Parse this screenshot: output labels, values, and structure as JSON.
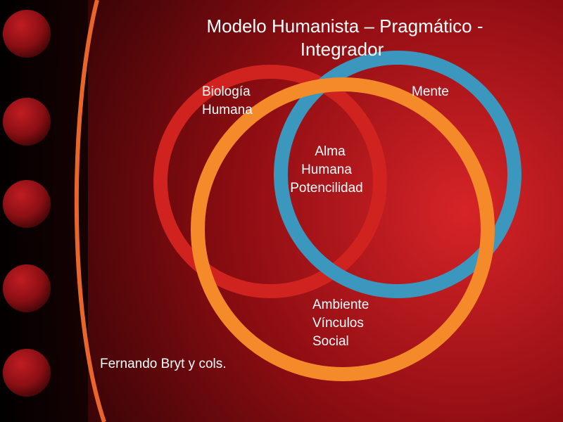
{
  "slide": {
    "title_line1": "Modelo Humanista – Pragmático -",
    "title_line2": "Integrador",
    "credit": "Fernando Bryt y cols."
  },
  "diagram": {
    "circles": [
      {
        "name": "biologia",
        "color": "#d0221f",
        "label_lines": [
          "Biología",
          "Humana"
        ]
      },
      {
        "name": "mente",
        "color": "#3b97bd",
        "label_lines": [
          "Mente"
        ]
      },
      {
        "name": "ambiente",
        "color": "#f58a2a",
        "label_lines": [
          "Ambiente",
          "Vínculos",
          "Social"
        ]
      }
    ],
    "center_label_lines": [
      "Alma",
      "Humana",
      "Potencilidad"
    ]
  },
  "colors": {
    "background_light": "#cf2224",
    "background_dark": "#1a0203",
    "accent_stripe": "#e8662a",
    "side_bubble": "#a3141a"
  }
}
